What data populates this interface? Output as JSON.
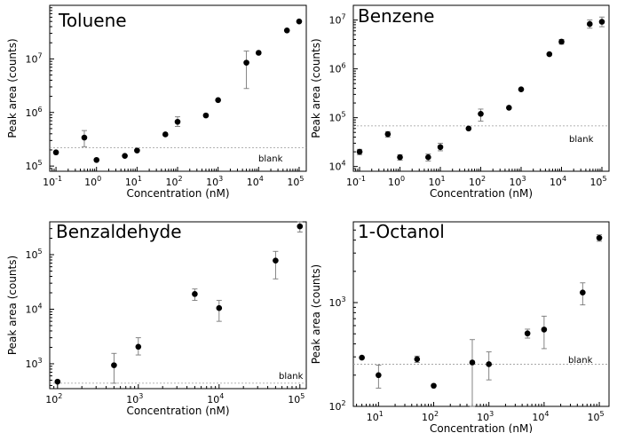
{
  "chart_data": [
    {
      "type": "scatter",
      "title": "Toluene",
      "xlabel": "Concentration (nM)",
      "ylabel": "Peak area (counts)",
      "x_scale": "log",
      "y_scale": "log",
      "xlim": [
        0.07,
        150000
      ],
      "ylim": [
        80000,
        100000000
      ],
      "x_ticks": [
        0.1,
        1,
        10,
        100,
        1000,
        10000,
        100000
      ],
      "x_tick_labels": [
        [
          "10",
          "-1"
        ],
        [
          "10",
          "0"
        ],
        [
          "10",
          "1"
        ],
        [
          "10",
          "2"
        ],
        [
          "10",
          "3"
        ],
        [
          "10",
          "4"
        ],
        [
          "10",
          "5"
        ]
      ],
      "y_ticks": [
        100000,
        1000000,
        10000000
      ],
      "y_tick_labels": [
        [
          "10",
          "5"
        ],
        [
          "10",
          "6"
        ],
        [
          "10",
          "7"
        ]
      ],
      "blank_value": 220000,
      "blank_label": "blank",
      "points": [
        {
          "x": 0.1,
          "y": 180000
        },
        {
          "x": 0.5,
          "y": 340000,
          "lo": 230000,
          "hi": 460000
        },
        {
          "x": 1,
          "y": 130000
        },
        {
          "x": 5,
          "y": 155000
        },
        {
          "x": 10,
          "y": 195000
        },
        {
          "x": 50,
          "y": 390000
        },
        {
          "x": 100,
          "y": 670000,
          "lo": 550000,
          "hi": 830000
        },
        {
          "x": 500,
          "y": 880000
        },
        {
          "x": 1000,
          "y": 1700000
        },
        {
          "x": 5000,
          "y": 8500000,
          "lo": 2800000,
          "hi": 14000000
        },
        {
          "x": 10000,
          "y": 13000000
        },
        {
          "x": 50000,
          "y": 34000000
        },
        {
          "x": 100000,
          "y": 50000000
        }
      ]
    },
    {
      "type": "scatter",
      "title": "Benzene",
      "xlabel": "Concentration (nM)",
      "ylabel": "Peak area (counts)",
      "x_scale": "log",
      "y_scale": "log",
      "xlim": [
        0.07,
        150000
      ],
      "ylim": [
        8000,
        20000000
      ],
      "x_ticks": [
        0.1,
        1,
        10,
        100,
        1000,
        10000,
        100000
      ],
      "x_tick_labels": [
        [
          "10",
          "-1"
        ],
        [
          "10",
          "0"
        ],
        [
          "10",
          "1"
        ],
        [
          "10",
          "2"
        ],
        [
          "10",
          "3"
        ],
        [
          "10",
          "4"
        ],
        [
          "10",
          "5"
        ]
      ],
      "y_ticks": [
        10000,
        100000,
        1000000,
        10000000
      ],
      "y_tick_labels": [
        [
          "10",
          "4"
        ],
        [
          "10",
          "5"
        ],
        [
          "10",
          "6"
        ],
        [
          "10",
          "7"
        ]
      ],
      "blank_value": 68000,
      "blank_label": "blank",
      "points": [
        {
          "x": 0.1,
          "y": 20000,
          "lo": 17500,
          "hi": 22500
        },
        {
          "x": 0.5,
          "y": 46000,
          "lo": 40000,
          "hi": 52000
        },
        {
          "x": 1,
          "y": 15500,
          "lo": 13500,
          "hi": 17500
        },
        {
          "x": 5,
          "y": 15500,
          "lo": 13000,
          "hi": 18000
        },
        {
          "x": 10,
          "y": 25000,
          "lo": 21000,
          "hi": 30000
        },
        {
          "x": 50,
          "y": 60000
        },
        {
          "x": 100,
          "y": 120000,
          "lo": 85000,
          "hi": 150000
        },
        {
          "x": 500,
          "y": 160000
        },
        {
          "x": 1000,
          "y": 380000
        },
        {
          "x": 5000,
          "y": 2000000
        },
        {
          "x": 10000,
          "y": 3600000,
          "lo": 3200000,
          "hi": 4000000
        },
        {
          "x": 50000,
          "y": 8300000,
          "lo": 6800000,
          "hi": 10000000
        },
        {
          "x": 100000,
          "y": 9200000,
          "lo": 7300000,
          "hi": 11500000
        }
      ]
    },
    {
      "type": "scatter",
      "title": "Benzaldehyde",
      "xlabel": "Concentration (nM)",
      "ylabel": "Peak area (counts)",
      "x_scale": "log",
      "y_scale": "log",
      "xlim": [
        80,
        120000
      ],
      "ylim": [
        350,
        400000
      ],
      "x_ticks": [
        100,
        1000,
        10000,
        100000
      ],
      "x_tick_labels": [
        [
          "10",
          "2"
        ],
        [
          "10",
          "3"
        ],
        [
          "10",
          "4"
        ],
        [
          "10",
          "5"
        ]
      ],
      "y_ticks": [
        1000,
        10000,
        100000
      ],
      "y_tick_labels": [
        [
          "10",
          "3"
        ],
        [
          "10",
          "4"
        ],
        [
          "10",
          "5"
        ]
      ],
      "blank_value": 440,
      "blank_label": "blank",
      "points": [
        {
          "x": 100,
          "y": 470
        },
        {
          "x": 500,
          "y": 940,
          "lo": 440,
          "hi": 1550
        },
        {
          "x": 1000,
          "y": 2050,
          "lo": 1450,
          "hi": 3000
        },
        {
          "x": 5000,
          "y": 19000,
          "lo": 14500,
          "hi": 23500
        },
        {
          "x": 10000,
          "y": 10500,
          "lo": 6000,
          "hi": 14500
        },
        {
          "x": 50000,
          "y": 78000,
          "lo": 36000,
          "hi": 115000
        },
        {
          "x": 100000,
          "y": 330000,
          "lo": 260000,
          "hi": 400000
        }
      ]
    },
    {
      "type": "scatter",
      "title": "1-Octanol",
      "xlabel": "Concentration (nM)",
      "ylabel": "Peak area (counts)",
      "x_scale": "log",
      "y_scale": "log",
      "xlim": [
        3.5,
        150000
      ],
      "ylim": [
        100,
        6000
      ],
      "x_ticks": [
        10,
        100,
        1000,
        10000,
        100000
      ],
      "x_tick_labels": [
        [
          "10",
          "1"
        ],
        [
          "10",
          "2"
        ],
        [
          "10",
          "3"
        ],
        [
          "10",
          "4"
        ],
        [
          "10",
          "5"
        ]
      ],
      "y_ticks": [
        100,
        1000
      ],
      "y_tick_labels": [
        [
          "10",
          "2"
        ],
        [
          "10",
          "3"
        ]
      ],
      "blank_value": 255,
      "blank_label": "blank",
      "points": [
        {
          "x": 5,
          "y": 295
        },
        {
          "x": 10,
          "y": 200,
          "lo": 150,
          "hi": 250
        },
        {
          "x": 50,
          "y": 285,
          "lo": 265,
          "hi": 305
        },
        {
          "x": 100,
          "y": 158
        },
        {
          "x": 500,
          "y": 265,
          "lo": 100,
          "hi": 440
        },
        {
          "x": 1000,
          "y": 255,
          "lo": 180,
          "hi": 335
        },
        {
          "x": 5000,
          "y": 505,
          "lo": 455,
          "hi": 555
        },
        {
          "x": 10000,
          "y": 550,
          "lo": 360,
          "hi": 740
        },
        {
          "x": 50000,
          "y": 1250,
          "lo": 950,
          "hi": 1550
        },
        {
          "x": 100000,
          "y": 4200,
          "lo": 3900,
          "hi": 4500
        }
      ]
    }
  ]
}
